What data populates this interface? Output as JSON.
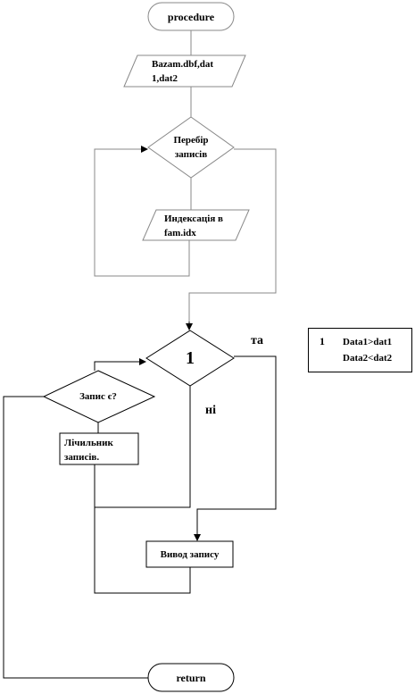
{
  "nodes": {
    "start": "procedure",
    "input_files": "Bazam.dbf,dat 1,dat2",
    "loop_decision": "Перебір записів",
    "indexing": "Индексація в fam.idx",
    "condition_1": "1",
    "record_exists": "Запис  є?",
    "record_counter": "Лічильник записів.",
    "output_record": "Вивод запису",
    "end": "return"
  },
  "labels": {
    "yes": "та",
    "no": "ні"
  },
  "note": {
    "number": "1",
    "line1": "Data1>dat1",
    "line2": "Data2<dat2"
  }
}
